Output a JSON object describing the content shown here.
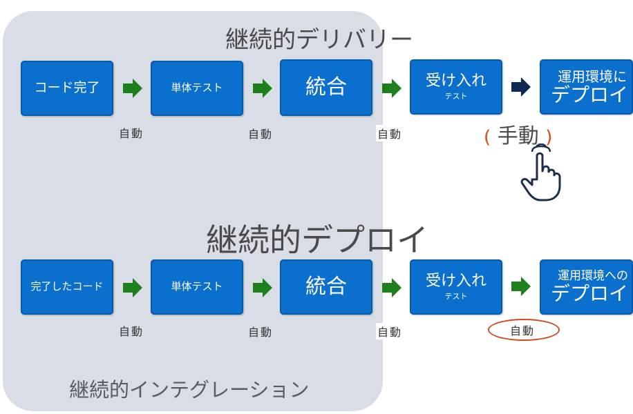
{
  "titles": {
    "continuous_delivery": "継続的デリバリー",
    "continuous_deployment": "継続的デプロイ",
    "continuous_integration": "継続的インテグレーション"
  },
  "row1": {
    "boxes": [
      {
        "main": "コード完了"
      },
      {
        "main": "単体テスト"
      },
      {
        "main": "統合"
      },
      {
        "main": "受け入れ",
        "sub": "テスト"
      },
      {
        "line1": "運用環境に",
        "line2": "デプロイ"
      }
    ],
    "labels": [
      "自動",
      "自動",
      "自動"
    ],
    "manual_label": "手動",
    "manual_open": "(",
    "manual_close": ")"
  },
  "row2": {
    "boxes": [
      {
        "main": "完了したコード"
      },
      {
        "main": "単体テスト"
      },
      {
        "main": "統合"
      },
      {
        "main": "受け入れ",
        "sub": "テスト"
      },
      {
        "line1": "運用環境への",
        "line2": "デプロイ"
      }
    ],
    "labels": [
      "自動",
      "自動",
      "自動"
    ],
    "auto_label": "自動"
  },
  "colors": {
    "box": "#0a6fcd",
    "arrow_auto": "#1e7f1e",
    "arrow_manual": "#0f2a52",
    "highlight": "#d24a1f",
    "ci_panel": "#d9dde5"
  },
  "icons": {
    "hand": "pointing-hand-icon"
  }
}
